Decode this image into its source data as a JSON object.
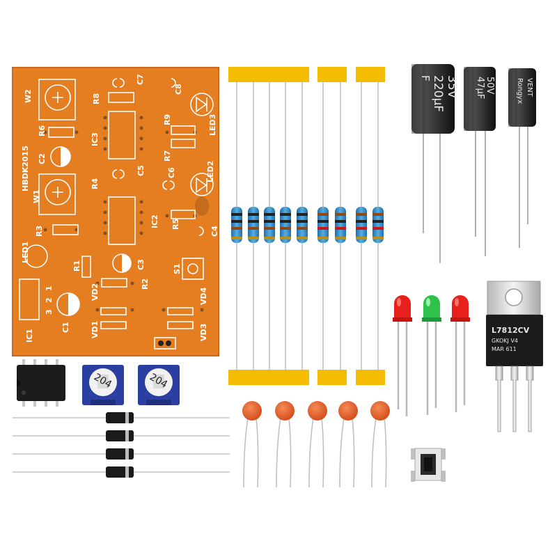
{
  "pcb": {
    "brand": "HBDK2015",
    "labels": [
      "W2",
      "R8",
      "C7",
      "C8",
      "R6",
      "IC3",
      "R9",
      "R7",
      "LED3",
      "C2",
      "R4",
      "C5",
      "C6",
      "LED2",
      "W1",
      "R3",
      "IC2",
      "R5",
      "C4",
      "LED1",
      "R1",
      "C3",
      "S1",
      "R2",
      "1",
      "2",
      "3",
      "C1",
      "VD2",
      "VD4",
      "VD1",
      "VD3",
      "IC1"
    ]
  },
  "capacitor_large": {
    "value": "220μF",
    "voltage": "35V",
    "series": "F"
  },
  "capacitor_mid": {
    "value": "47μF",
    "voltage": "50V"
  },
  "capacitor_small": {
    "brand": "Rongyx",
    "series": "VENT"
  },
  "regulator": {
    "part": "L7812CV",
    "line2": "GKOKJ V4",
    "line3": "MAR 611"
  },
  "trimmer": {
    "code": "204"
  },
  "colors": {
    "pcb": "#e07a1e",
    "tape": "#f5bd02",
    "led_red": "#e8201c",
    "led_green": "#2ec24a",
    "ceramic": "#e25a22"
  }
}
